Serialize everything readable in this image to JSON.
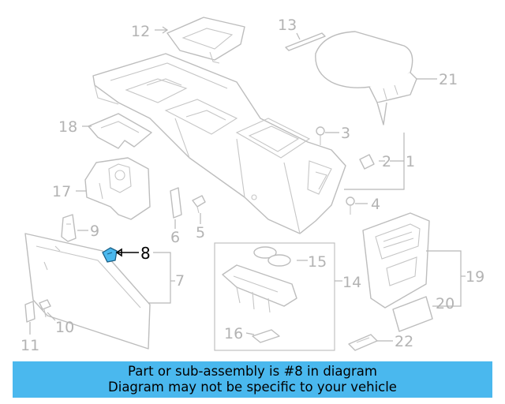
{
  "callouts": {
    "c1": "1",
    "c2": "2",
    "c3": "3",
    "c4": "4",
    "c5": "5",
    "c6": "6",
    "c7": "7",
    "c8": "8",
    "c9": "9",
    "c10": "10",
    "c11": "11",
    "c12": "12",
    "c13": "13",
    "c14": "14",
    "c15": "15",
    "c16": "16",
    "c17": "17",
    "c18": "18",
    "c19": "19",
    "c20": "20",
    "c21": "21",
    "c22": "22"
  },
  "highlighted_part": "8",
  "colors": {
    "highlight_part": "#4ab8ee",
    "banner": "#4ab8ee",
    "line_art": "#bdbdbd"
  },
  "banner": {
    "line1": "Part or sub-assembly is #8 in diagram",
    "line2": "Diagram may not be specific to your vehicle"
  }
}
